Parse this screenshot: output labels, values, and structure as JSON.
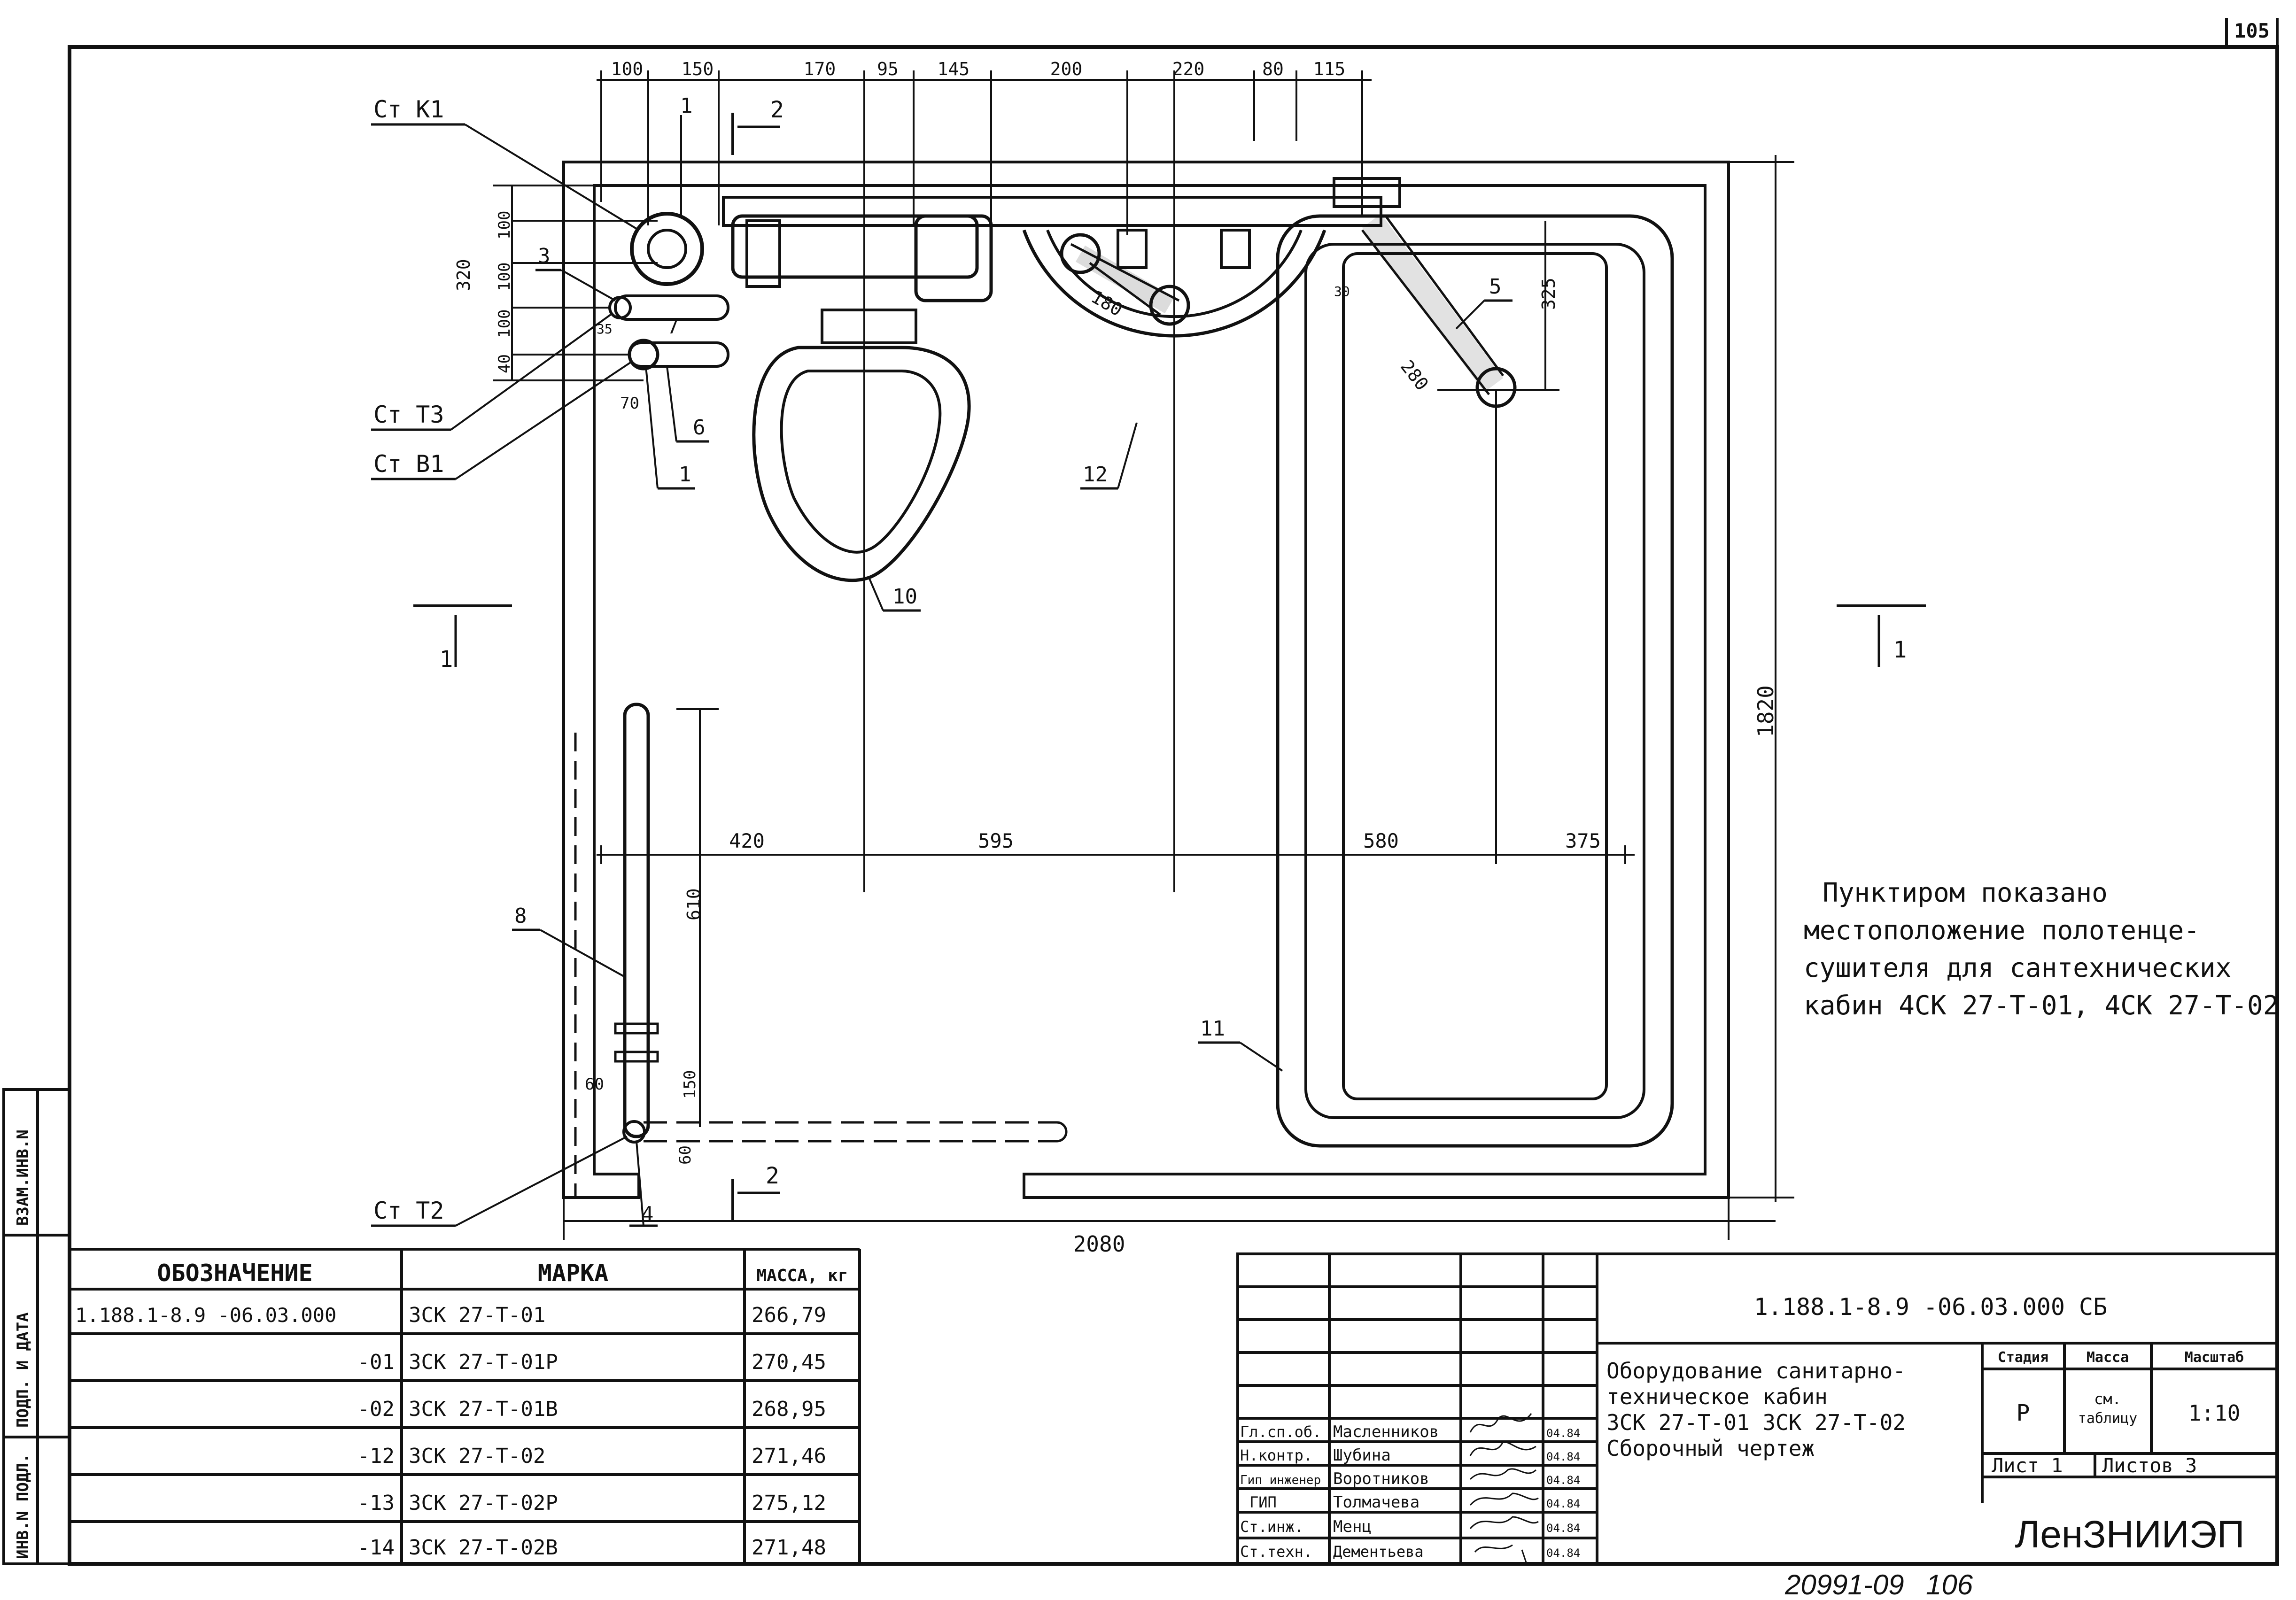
{
  "sheet": {
    "page_number": "105",
    "bottom_number": "20991-09",
    "bottom_page": "106"
  },
  "left_strip": {
    "labels": [
      "ВЗАМ.ИНВ.N",
      "ПОДП. И ДАТА",
      "ИНВ.N ПОДЛ."
    ]
  },
  "plan": {
    "dims_top": [
      "100",
      "150",
      "170",
      "95",
      "145",
      "200",
      "220",
      "80",
      "115"
    ],
    "dims_left": [
      "320",
      "100",
      "100",
      "100",
      "40"
    ],
    "dims_small": [
      "70",
      "35",
      "60",
      "60",
      "150",
      "610",
      "325",
      "180",
      "280",
      "30"
    ],
    "dims_middle": [
      "420",
      "595",
      "580",
      "375"
    ],
    "dim_bottom_total": "2080",
    "dim_right_total": "1820",
    "section_marks": [
      "1",
      "1",
      "2",
      "2"
    ],
    "callouts": {
      "stk1": "Ст К1",
      "stt3": "Ст Т3",
      "stv1": "Ст В1",
      "stt2": "Ст Т2",
      "n1a": "1",
      "n1b": "1",
      "n3": "3",
      "n4": "4",
      "n5": "5",
      "n6": "6",
      "n7": "7",
      "n8": "8",
      "n10": "10",
      "n11": "11",
      "n12": "12"
    }
  },
  "note": {
    "lines": [
      "Пунктиром показано",
      "местоположение полотенце-",
      "сушителя для сантехнических",
      "кабин 4СК 27-Т-01, 4СК 27-Т-02"
    ]
  },
  "spec_table": {
    "headers": [
      "ОБОЗНАЧЕНИЕ",
      "МАРКА",
      "МАССА, кг"
    ],
    "rows": [
      {
        "designation": "1.188.1-8.9 -06.03.000",
        "mark": "3СК 27-Т-01",
        "mass": "266,79"
      },
      {
        "designation": "-01",
        "mark": "3СК 27-Т-01Р",
        "mass": "270,45"
      },
      {
        "designation": "-02",
        "mark": "3СК 27-Т-01В",
        "mass": "268,95"
      },
      {
        "designation": "-12",
        "mark": "3СК 27-Т-02",
        "mass": "271,46"
      },
      {
        "designation": "-13",
        "mark": "3СК 27-Т-02Р",
        "mass": "275,12"
      },
      {
        "designation": "-14",
        "mark": "3СК 27-Т-02В",
        "mass": "271,48"
      }
    ]
  },
  "title_block": {
    "code": "1.188.1-8.9 -06.03.000 СБ",
    "title_lines": [
      "Оборудование санитарно-",
      "техническое кабин",
      "3СК 27-Т-01 3СК 27-Т-02",
      "Сборочный чертеж"
    ],
    "stage_label": "Стадия",
    "stage_value": "Р",
    "mass_label": "Масса",
    "mass_value_1": "см.",
    "mass_value_2": "таблицу",
    "scale_label": "Масштаб",
    "scale_value": "1:10",
    "sheet_label": "Лист 1",
    "sheets_label": "Листов 3",
    "org": "ЛенЗНИИЭП",
    "signatures": [
      {
        "role": "Гл.сп.об.",
        "name": "Масленников",
        "date": "04.84"
      },
      {
        "role": "Н.контр.",
        "name": "Шубина",
        "date": "04.84"
      },
      {
        "role": "Гип инженер",
        "name": "Воротников",
        "date": "04.84"
      },
      {
        "role": "ГИП",
        "name": "Толмачева",
        "date": "04.84"
      },
      {
        "role": "Ст.инж.",
        "name": "Менц",
        "date": "04.84"
      },
      {
        "role": "Ст.техн.",
        "name": "Дементьева",
        "date": "04.84"
      }
    ]
  }
}
